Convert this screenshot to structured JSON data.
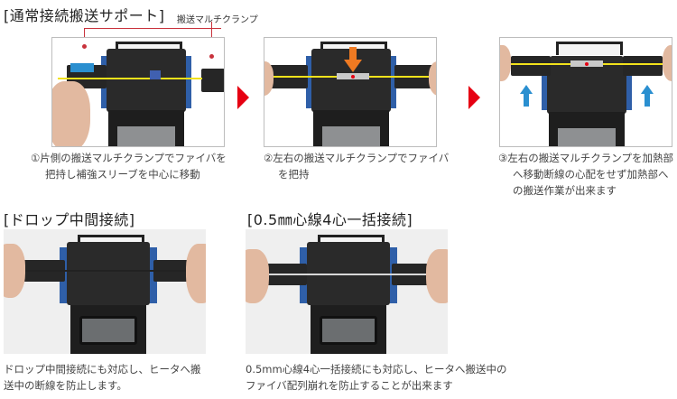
{
  "sections": {
    "normal": {
      "heading": "[通常接続搬送サポート]",
      "callout_label": "搬送マルチクランプ",
      "steps": [
        {
          "caption_lines": [
            "①片側の搬送マルチクランプでファイバを",
            "把持し補強スリーブを中心に移動"
          ]
        },
        {
          "caption_lines": [
            "②左右の搬送マルチクランプでファイバ",
            "を把持"
          ]
        },
        {
          "caption_lines": [
            "③左右の搬送マルチクランプを加熱部",
            "へ移動断線の心配をせず加熱部へ",
            "の搬送作業が出来ます"
          ]
        }
      ]
    },
    "drop": {
      "heading": "[ドロップ中間接続]",
      "caption_lines": [
        "ドロップ中間接続にも対応し、ヒータへ搬",
        "送中の断線を防止します。"
      ]
    },
    "ribbon": {
      "heading": "[0.5㎜心線4心一括接続]",
      "caption_lines": [
        "0.5mm心線4心一括接続にも対応し、ヒータへ搬送中の",
        "ファイバ配列崩れを防止することが出来ます"
      ]
    }
  },
  "icons": {
    "step_arrow": "red-triangle-right",
    "press_arrow": "orange-arrow-down",
    "lift_arrow": "blue-arrow-up"
  },
  "colors": {
    "accent_red": "#e60012",
    "callout_red": "#c8323c",
    "fiber_yellow": "#f2e21b",
    "orange_arrow": "#ef7a22",
    "blue_arrow": "#2a8fd0",
    "frame_border": "#bdbdbd"
  }
}
